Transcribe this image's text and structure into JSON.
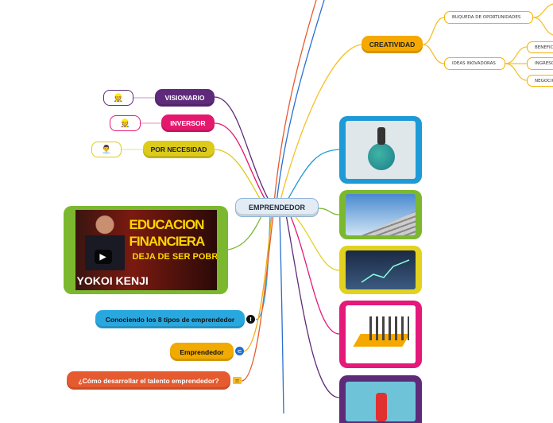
{
  "central": {
    "label": "EMPRENDEDOR"
  },
  "creatividad": {
    "label": "CREATIVIDAD",
    "children": [
      {
        "label": "BUQUEDA DE OPORTUNIDADES"
      },
      {
        "label": "IDEAS INOVADORAS",
        "children": [
          {
            "label": "BENEFICIOS"
          },
          {
            "label": "INGRESOS"
          },
          {
            "label": "NEGOCIOS"
          }
        ]
      }
    ]
  },
  "types": [
    {
      "label": "VISIONARIO",
      "color": "#5e2a7a",
      "emoji": "👷"
    },
    {
      "label": "INVERSOR",
      "color": "#e4196e",
      "emoji": "👷"
    },
    {
      "label": "POR NECESIDAD",
      "color": "#dccb1a",
      "emoji": "👨‍💼"
    }
  ],
  "video": {
    "line1": "EDUCACION",
    "line2": "FINANCIERA",
    "line3": "DEJA DE SER POBRE",
    "name": "YOKOI KENJI"
  },
  "links": [
    {
      "label": "Conociendo los 8 tipos de emprendedor",
      "color": "#29a8e0",
      "icon": "exclamation-icon"
    },
    {
      "label": "Emprendedor",
      "color": "#f0aa00",
      "icon": "link-icon"
    },
    {
      "label": "¿Cómo desarrollar el talento emprendedor?",
      "color": "#e55a2f",
      "icon": "note-icon"
    }
  ],
  "images": [
    {
      "color": "#1e9ad6",
      "subject": "globe-telescope"
    },
    {
      "color": "#7cb82f",
      "subject": "stairs"
    },
    {
      "color": "#e2d21f",
      "subject": "chart"
    },
    {
      "color": "#e4197a",
      "subject": "leader-arrow"
    },
    {
      "color": "#5e2a7a",
      "subject": "hero-megaphone"
    }
  ]
}
